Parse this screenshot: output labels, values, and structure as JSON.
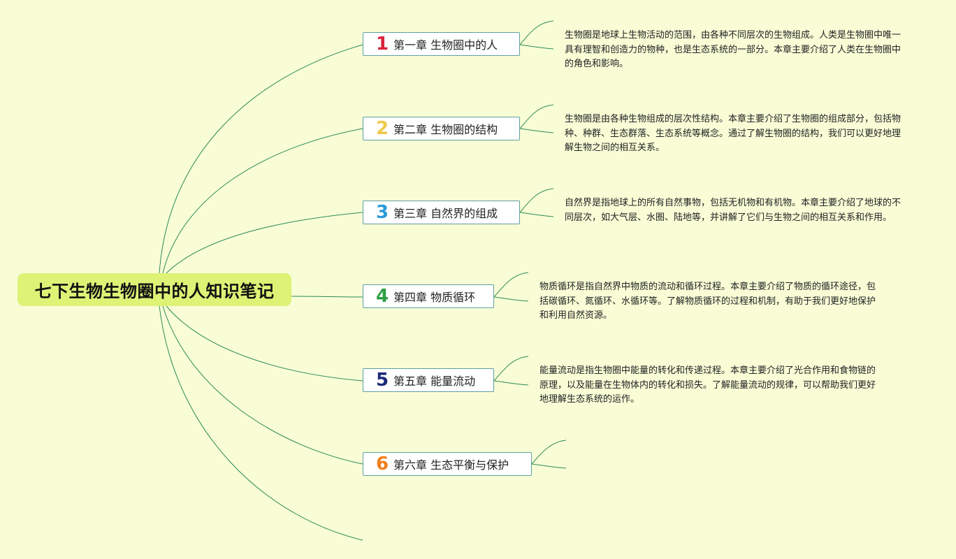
{
  "root": {
    "title": "七下生物生物圈中的人知识笔记"
  },
  "colors": {
    "background": "#f8fdd6",
    "root_fill": "#def276",
    "line": "#2e8b57",
    "topic_border": "#5f9ea0"
  },
  "chapters": [
    {
      "number": "1",
      "number_color": "#d7263d",
      "label": "第一章 生物圈中的人",
      "description": "生物圈是地球上生物活动的范围，由各种不同层次的生物组成。人类是生物圈中唯一具有理智和创造力的物种，也是生态系统的一部分。本章主要介绍了人类在生物圈中的角色和影响。"
    },
    {
      "number": "2",
      "number_color": "#efc94c",
      "label": "第二章 生物圈的结构",
      "description": "生物圈是由各种生物组成的层次性结构。本章主要介绍了生物圈的组成部分，包括物种、种群、生态群落、生态系统等概念。通过了解生物圈的结构，我们可以更好地理解生物之间的相互关系。"
    },
    {
      "number": "3",
      "number_color": "#2b9ad9",
      "label": "第三章 自然界的组成",
      "description": "自然界是指地球上的所有自然事物，包括无机物和有机物。本章主要介绍了地球的不同层次，如大气层、水圈、陆地等，并讲解了它们与生物之间的相互关系和作用。"
    },
    {
      "number": "4",
      "number_color": "#2ea043",
      "label": "第四章 物质循环",
      "description": "物质循环是指自然界中物质的流动和循环过程。本章主要介绍了物质的循环途径，包括碳循环、氮循环、水循环等。了解物质循环的过程和机制，有助于我们更好地保护和利用自然资源。"
    },
    {
      "number": "5",
      "number_color": "#1e2a78",
      "label": "第五章 能量流动",
      "description": "能量流动是指生物圈中能量的转化和传递过程。本章主要介绍了光合作用和食物链的原理，以及能量在生物体内的转化和损失。了解能量流动的规律，可以帮助我们更好地理解生态系统的运作。"
    },
    {
      "number": "6",
      "number_color": "#f07f1c",
      "label": "第六章 生态平衡与保护",
      "description": ""
    }
  ]
}
